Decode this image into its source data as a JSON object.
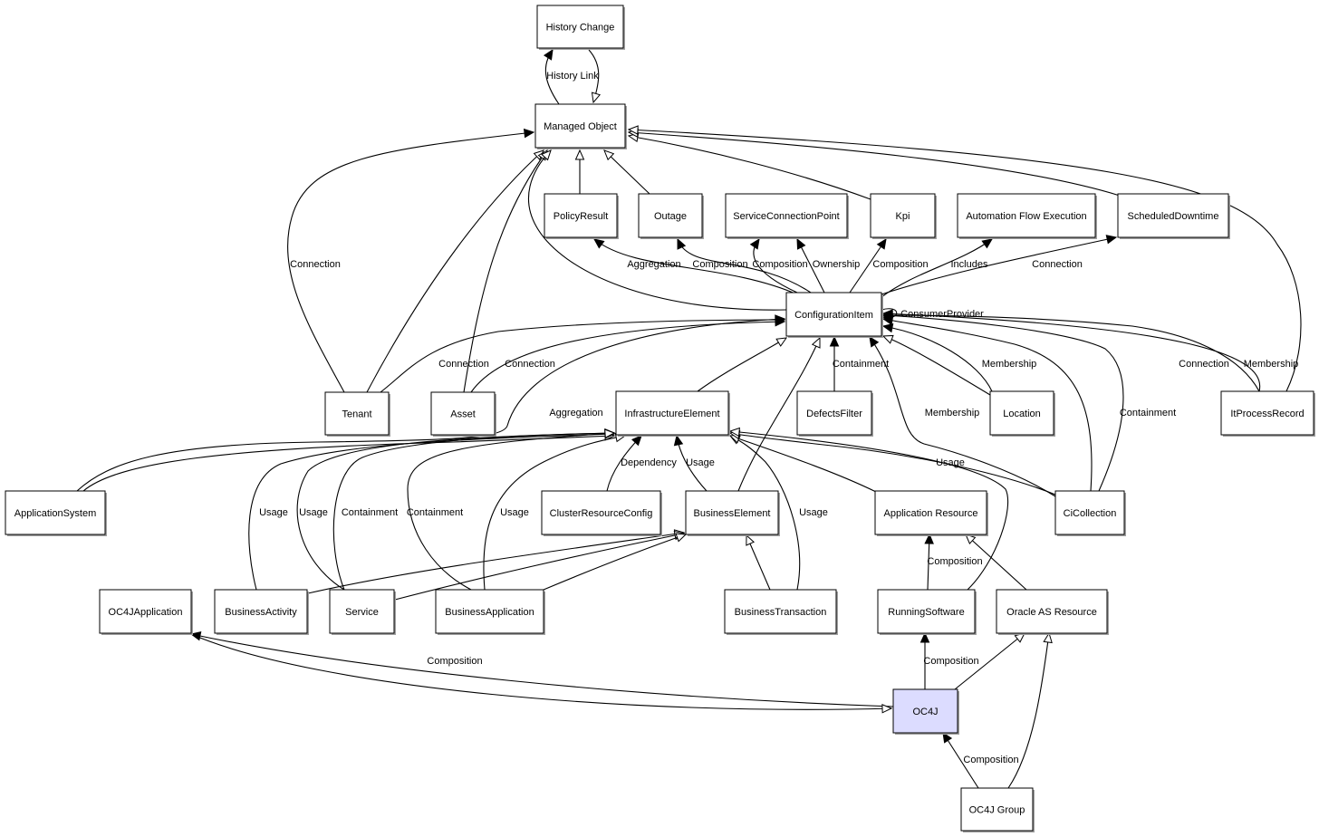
{
  "nodes": [
    {
      "id": "historyChange",
      "label": "History Change"
    },
    {
      "id": "managedObject",
      "label": "Managed Object"
    },
    {
      "id": "policyResult",
      "label": "PolicyResult"
    },
    {
      "id": "outage",
      "label": "Outage"
    },
    {
      "id": "serviceConnectionPoint",
      "label": "ServiceConnectionPoint"
    },
    {
      "id": "kpi",
      "label": "Kpi"
    },
    {
      "id": "automationFlowExecution",
      "label": "Automation Flow Execution"
    },
    {
      "id": "scheduledDowntime",
      "label": "ScheduledDowntime"
    },
    {
      "id": "configurationItem",
      "label": "ConfigurationItem"
    },
    {
      "id": "tenant",
      "label": "Tenant"
    },
    {
      "id": "asset",
      "label": "Asset"
    },
    {
      "id": "infrastructureElement",
      "label": "InfrastructureElement"
    },
    {
      "id": "defectsFilter",
      "label": "DefectsFilter"
    },
    {
      "id": "location",
      "label": "Location"
    },
    {
      "id": "itProcessRecord",
      "label": "ItProcessRecord"
    },
    {
      "id": "applicationSystem",
      "label": "ApplicationSystem"
    },
    {
      "id": "clusterResourceConfig",
      "label": "ClusterResourceConfig"
    },
    {
      "id": "businessElement",
      "label": "BusinessElement"
    },
    {
      "id": "applicationResource",
      "label": "Application Resource"
    },
    {
      "id": "ciCollection",
      "label": "CiCollection"
    },
    {
      "id": "oc4jApplication",
      "label": "OC4JApplication"
    },
    {
      "id": "businessActivity",
      "label": "BusinessActivity"
    },
    {
      "id": "service",
      "label": "Service"
    },
    {
      "id": "businessApplication",
      "label": "BusinessApplication"
    },
    {
      "id": "businessTransaction",
      "label": "BusinessTransaction"
    },
    {
      "id": "runningSoftware",
      "label": "RunningSoftware"
    },
    {
      "id": "oracleAsResource",
      "label": "Oracle AS Resource"
    },
    {
      "id": "oc4j",
      "label": "OC4J",
      "highlighted": true
    },
    {
      "id": "oc4jGroup",
      "label": "OC4J Group"
    }
  ],
  "edge_labels": [
    "History Link",
    "Connection",
    "Aggregation",
    "Composition",
    "Composition",
    "Ownership",
    "Composition",
    "Includes",
    "Connection",
    "ConsumerProvider",
    "Connection",
    "Connection",
    "Containment",
    "Membership",
    "Membership",
    "Connection",
    "Membership",
    "Aggregation",
    "Containment",
    "Dependency",
    "Usage",
    "Usage",
    "Usage",
    "Usage",
    "Containment",
    "Containment",
    "Usage",
    "Usage",
    "Composition",
    "Composition",
    "Composition",
    "Composition"
  ],
  "colors": {
    "highlight_fill": "#dcdcff",
    "node_fill": "#ffffff",
    "stroke": "#000000",
    "shadow": "#a0a0a0"
  }
}
